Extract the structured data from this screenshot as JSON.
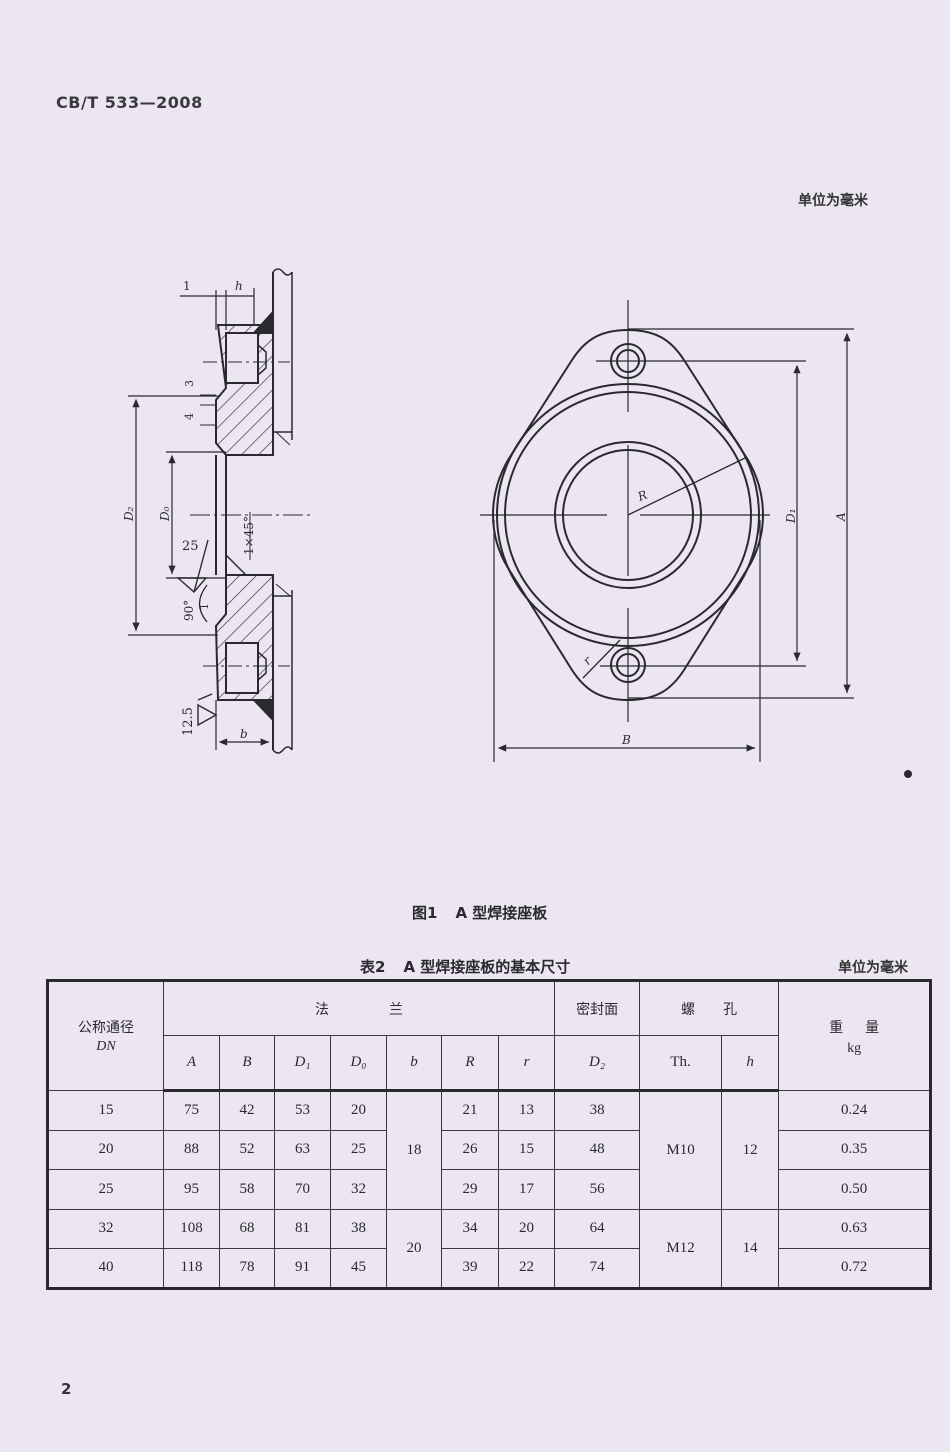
{
  "header": {
    "standard_code": "CB/T 533—2008",
    "unit_note": "单位为毫米"
  },
  "figure": {
    "caption_number": "图1",
    "caption_title": "A 型焊接座板",
    "side_view_labels": {
      "l": "1",
      "h": "h",
      "dim_3": "3",
      "dim_4": "4",
      "D2": "D₂",
      "D0": "D₀",
      "chamfer": "1×45°",
      "roughness_25": "25",
      "angle_90": "90°",
      "dim_1": "1",
      "roughness_12_5": "12.5",
      "b": "b"
    },
    "front_view_labels": {
      "R": "R",
      "r": "r",
      "D1": "D₁",
      "A": "A",
      "B": "B"
    }
  },
  "table": {
    "caption_number": "表2",
    "caption_title": "A 型焊接座板的基本尺寸",
    "unit_note": "单位为毫米",
    "header": {
      "dn_label": "公称通径",
      "dn_symbol": "DN",
      "flange_group": "法兰",
      "seal_group": "密封面",
      "bolt_group": "螺孔",
      "weight_label": "重量",
      "weight_unit": "kg",
      "columns": [
        "A",
        "B",
        "D₁",
        "D₀",
        "b",
        "R",
        "r",
        "D₂",
        "Th.",
        "h"
      ]
    },
    "rows": [
      {
        "DN": "15",
        "A": "75",
        "B": "42",
        "D1": "53",
        "D0": "20",
        "b": "18",
        "R": "21",
        "r": "13",
        "D2": "38",
        "Th": "M10",
        "h": "12",
        "weight": "0.24"
      },
      {
        "DN": "20",
        "A": "88",
        "B": "52",
        "D1": "63",
        "D0": "25",
        "b": "18",
        "R": "26",
        "r": "15",
        "D2": "48",
        "Th": "M10",
        "h": "12",
        "weight": "0.35"
      },
      {
        "DN": "25",
        "A": "95",
        "B": "58",
        "D1": "70",
        "D0": "32",
        "b": "18",
        "R": "29",
        "r": "17",
        "D2": "56",
        "Th": "M10",
        "h": "12",
        "weight": "0.50"
      },
      {
        "DN": "32",
        "A": "108",
        "B": "68",
        "D1": "81",
        "D0": "38",
        "b": "20",
        "R": "34",
        "r": "20",
        "D2": "64",
        "Th": "M12",
        "h": "14",
        "weight": "0.63"
      },
      {
        "DN": "40",
        "A": "118",
        "B": "78",
        "D1": "91",
        "D0": "45",
        "b": "20",
        "R": "39",
        "r": "22",
        "D2": "74",
        "Th": "M12",
        "h": "14",
        "weight": "0.72"
      }
    ]
  },
  "footer": {
    "page_number": "2"
  }
}
